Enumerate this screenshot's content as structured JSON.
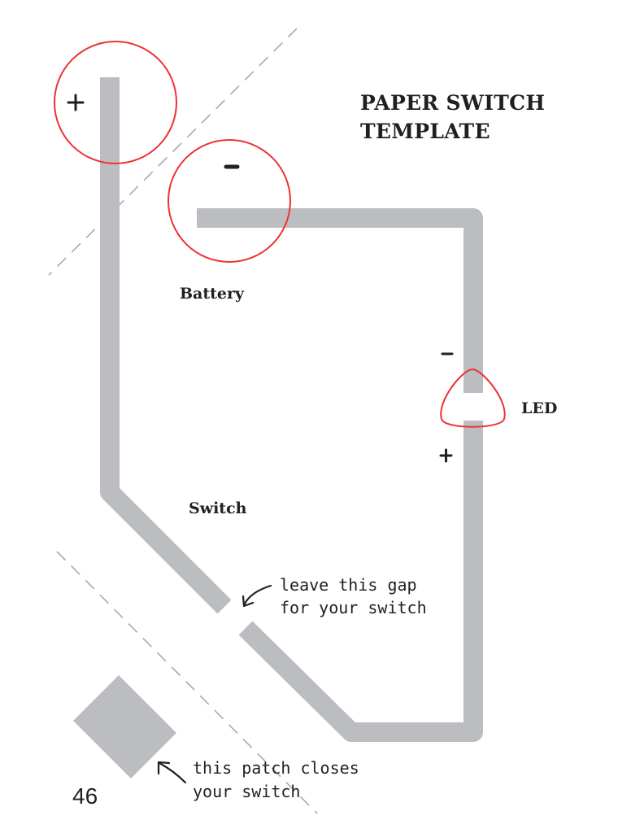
{
  "title": {
    "line1": "PAPER SWITCH",
    "line2": "TEMPLATE"
  },
  "labels": {
    "battery": "Battery",
    "led": "LED",
    "switch": "Switch"
  },
  "notes": {
    "gap_line1": "leave this gap",
    "gap_line2": "for your switch",
    "patch_line1": "this patch closes",
    "patch_line2": "your switch"
  },
  "page_number": "46",
  "colors": {
    "trace": "#bcbdc0",
    "marker": "#ed3237",
    "text": "#231f20",
    "fold_line": "#a7a9ac"
  }
}
